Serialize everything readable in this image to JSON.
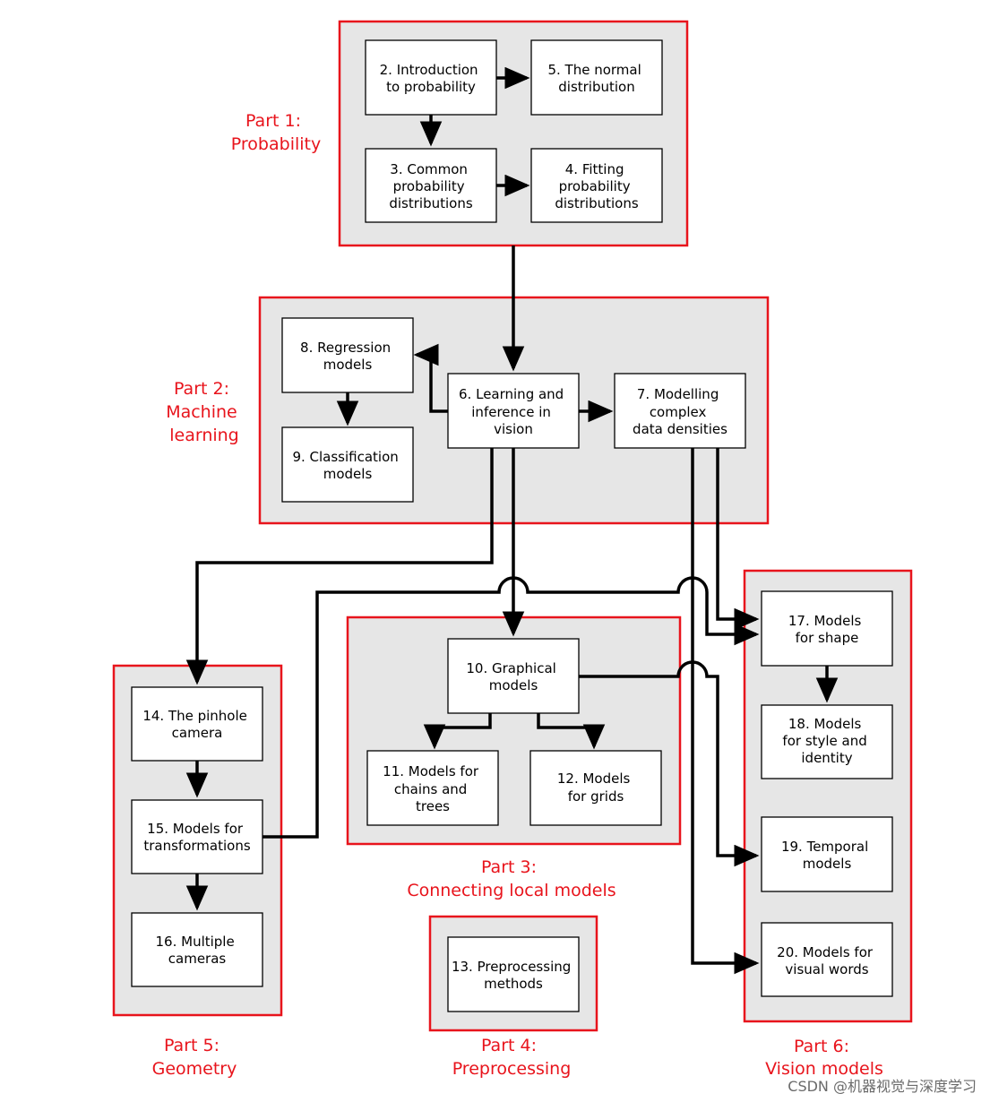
{
  "parts": {
    "part1": [
      "Part 1:",
      "Probability"
    ],
    "part2": [
      "Part 2:",
      "Machine",
      "learning"
    ],
    "part3": [
      "Part 3:",
      "Connecting local models"
    ],
    "part4": [
      "Part 4:",
      "Preprocessing"
    ],
    "part5": [
      "Part 5:",
      "Geometry"
    ],
    "part6": [
      "Part 6:",
      "Vision models"
    ]
  },
  "nodes": {
    "n2": [
      "2. Introduction",
      "to probability"
    ],
    "n3": [
      "3. Common",
      "probability",
      "distributions"
    ],
    "n4": [
      "4. Fitting",
      "probability",
      "distributions"
    ],
    "n5": [
      "5. The normal",
      "distribution"
    ],
    "n6": [
      "6. Learning and",
      "inference in",
      "vision"
    ],
    "n7": [
      "7. Modelling",
      "complex",
      "data densities"
    ],
    "n8": [
      "8. Regression",
      "models"
    ],
    "n9": [
      "9. Classification",
      "models"
    ],
    "n10": [
      "10. Graphical",
      "models"
    ],
    "n11": [
      "11. Models for",
      "chains and",
      "trees"
    ],
    "n12": [
      "12. Models",
      "for grids"
    ],
    "n13": [
      "13. Preprocessing",
      "methods"
    ],
    "n14": [
      "14. The pinhole",
      "camera"
    ],
    "n15": [
      "15. Models for",
      "transformations"
    ],
    "n16": [
      "16. Multiple",
      "cameras"
    ],
    "n17": [
      "17. Models",
      "for shape"
    ],
    "n18": [
      "18. Models",
      "for style and",
      "identity"
    ],
    "n19": [
      "19. Temporal",
      "models"
    ],
    "n20": [
      "20. Models for",
      "visual words"
    ]
  },
  "watermark": "CSDN @机器视觉与深度学习"
}
